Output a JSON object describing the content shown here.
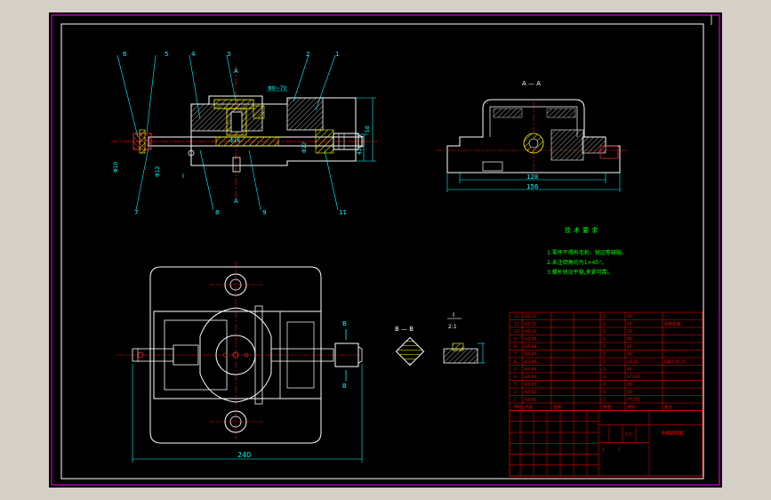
{
  "section_labels": {
    "aa_top": "A",
    "aa_bottom": "A",
    "aa_title": "A — A",
    "bb_title": "B — B",
    "b_top": "B",
    "b_bottom": "B",
    "detail_i": "I",
    "detail_scale": "2:1"
  },
  "front_view": {
    "part_numbers": [
      "6",
      "5",
      "4",
      "3",
      "2",
      "1",
      "7",
      "8",
      "9",
      "11"
    ],
    "dims": {
      "fit_top": "Φ0~70",
      "height_58": "58",
      "height_42": "42",
      "bore_d16": "Φ16",
      "d12": "Φ12",
      "d10": "Φ10",
      "d22": "Φ22"
    }
  },
  "section_view": {
    "dims": {
      "w128": "128",
      "w156": "156"
    }
  },
  "plan_view": {
    "dims": {
      "w240": "240"
    }
  },
  "tech_requirements": {
    "title": "技术要求",
    "items": [
      "1.零件不得有毛刺、锐边等缺陷。",
      "2.未注倒角均为1×45°。",
      "3.螺杆转动平稳,夹紧可靠。"
    ]
  },
  "bom": {
    "rows": [
      [
        "12",
        "KZ-12",
        "",
        "1",
        "45",
        ""
      ],
      [
        "11",
        "KZ-11",
        "",
        "1",
        "45",
        "调质处理"
      ],
      [
        "10",
        "KZ-10",
        "",
        "1",
        "35",
        ""
      ],
      [
        "9",
        "KZ-09",
        "",
        "1",
        "45",
        ""
      ],
      [
        "8",
        "KZ-08",
        "",
        "1",
        "45",
        ""
      ],
      [
        "7",
        "KZ-07",
        "",
        "1",
        "45",
        ""
      ],
      [
        "6",
        "KZ-06",
        "",
        "1",
        "Q235",
        "GB/T 6170"
      ],
      [
        "5",
        "KZ-05",
        "",
        "1",
        "45",
        ""
      ],
      [
        "4",
        "KZ-04",
        "",
        "1",
        "HT200",
        ""
      ],
      [
        "3",
        "KZ-03",
        "",
        "1",
        "45",
        ""
      ],
      [
        "2",
        "KZ-02",
        "",
        "1",
        "45",
        ""
      ],
      [
        "1",
        "KZ-01",
        "",
        "1",
        "HT200",
        ""
      ],
      [
        "序号",
        "代号",
        "名称",
        "数量",
        "材料",
        "备注"
      ]
    ],
    "title_block": {
      "drawing_name": "夹具装配图",
      "scale": "1:1",
      "sheet": "1",
      "quantity": "1"
    }
  },
  "colors": {
    "background": "#000000",
    "border": "#ffffff",
    "outer_frame": "#ff00ff",
    "part_lines": "#ffffff",
    "dimension": "#00ffff",
    "hatch": "#ffff00",
    "table": "#ff0000",
    "center_line": "#ff0000",
    "text_green": "#00ff00"
  }
}
